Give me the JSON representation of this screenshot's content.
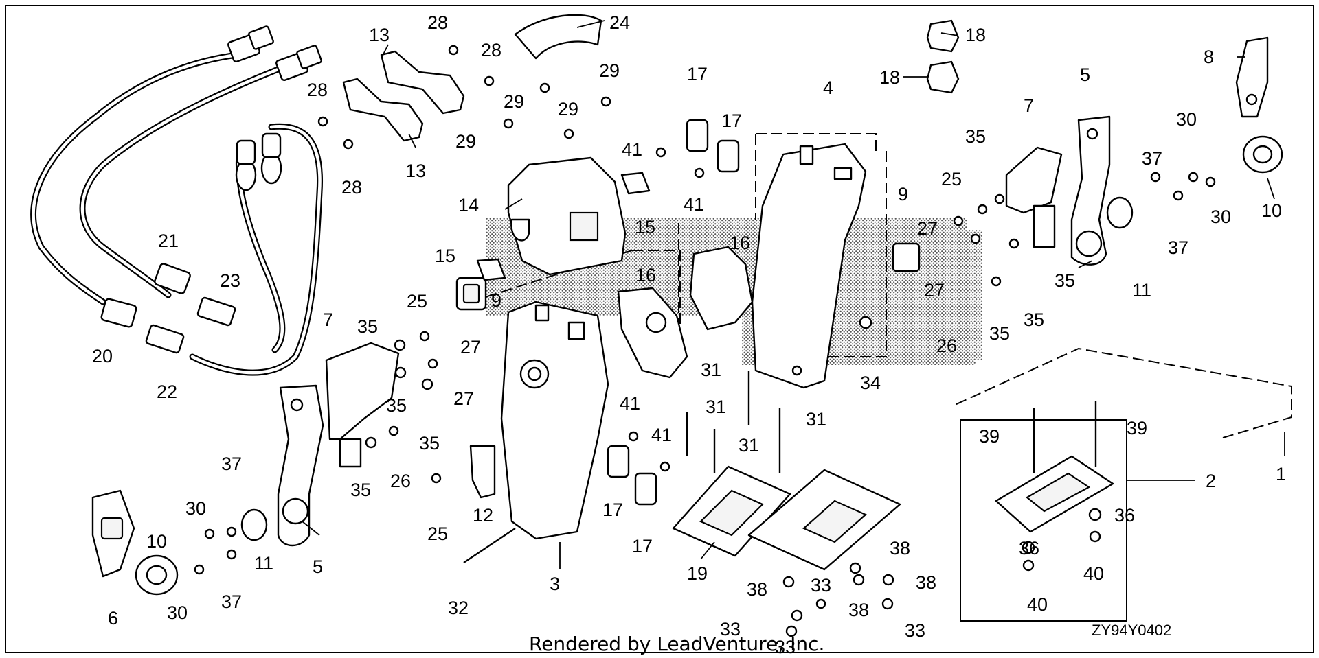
{
  "diagram": {
    "labels": {
      "p1": "1",
      "p2": "2",
      "p3": "3",
      "p4": "4",
      "p5a": "5",
      "p5b": "5",
      "p6": "6",
      "p7a": "7",
      "p7b": "7",
      "p8": "8",
      "p9a": "9",
      "p9b": "9",
      "p10a": "10",
      "p10b": "10",
      "p11a": "11",
      "p11b": "11",
      "p12": "12",
      "p13a": "13",
      "p13b": "13",
      "p14": "14",
      "p15a": "15",
      "p15b": "15",
      "p16a": "16",
      "p16b": "16",
      "p17a": "17",
      "p17b": "17",
      "p17c": "17",
      "p17d": "17",
      "p18a": "18",
      "p18b": "18",
      "p19": "19",
      "p20": "20",
      "p21": "21",
      "p22": "22",
      "p23": "23",
      "p24": "24",
      "p25a": "25",
      "p25b": "25",
      "p25c": "25",
      "p26a": "26",
      "p26b": "26",
      "p27a": "27",
      "p27b": "27",
      "p27c": "27",
      "p27d": "27",
      "p28a": "28",
      "p28b": "28",
      "p28c": "28",
      "p28d": "28",
      "p29a": "29",
      "p29b": "29",
      "p29c": "29",
      "p29d": "29",
      "p30a": "30",
      "p30b": "30",
      "p30c": "30",
      "p30d": "30",
      "p31a": "31",
      "p31b": "31",
      "p31c": "31",
      "p31d": "31",
      "p32": "32",
      "p33a": "33",
      "p33b": "33",
      "p33c": "33",
      "p33d": "33",
      "p34": "34",
      "p35a": "35",
      "p35b": "35",
      "p35c": "35",
      "p35d": "35",
      "p35e": "35",
      "p35f": "35",
      "p35g": "35",
      "p35h": "35",
      "p36a": "36",
      "p36b": "36",
      "p37a": "37",
      "p37b": "37",
      "p37c": "37",
      "p37d": "37",
      "p38a": "38",
      "p38b": "38",
      "p38c": "38",
      "p38d": "38",
      "p39a": "39",
      "p39b": "39",
      "p40a": "40",
      "p40b": "40",
      "p41a": "41",
      "p41b": "41",
      "p41c": "41",
      "p41d": "41"
    },
    "diagram_code": "ZY94Y0402",
    "credit": "Rendered by LeadVenture, Inc."
  }
}
